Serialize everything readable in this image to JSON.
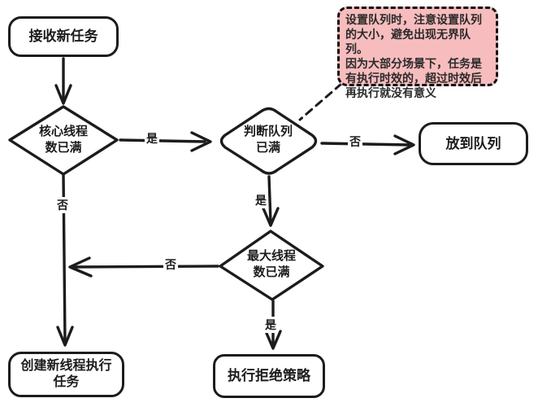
{
  "colors": {
    "ink": "#1c1c1c",
    "note_background": "#f7bcbe",
    "canvas_background": "#ffffff"
  },
  "nodes": {
    "start": {
      "label": "接收新任务"
    },
    "core_full": {
      "label": "核心线程\n数已满"
    },
    "queue_full": {
      "label": "判断队列\n已满"
    },
    "enqueue": {
      "label": "放到队列"
    },
    "max_full": {
      "label": "最大线程\n数已满"
    },
    "create_thread": {
      "label": "创建新线程执行\n任务"
    },
    "reject": {
      "label": "执行拒绝策略"
    }
  },
  "edge_labels": {
    "core_to_queue": "是",
    "core_down": "否",
    "queue_to_enqueue": "否",
    "queue_to_max": "是",
    "max_to_left": "否",
    "max_to_reject": "是"
  },
  "note": {
    "text": "设置队列时，注意设置队列的大小，避免出现无界队列。\n因为大部分场景下，任务是有执行时效的，超过时效后再执行就没有意义"
  }
}
